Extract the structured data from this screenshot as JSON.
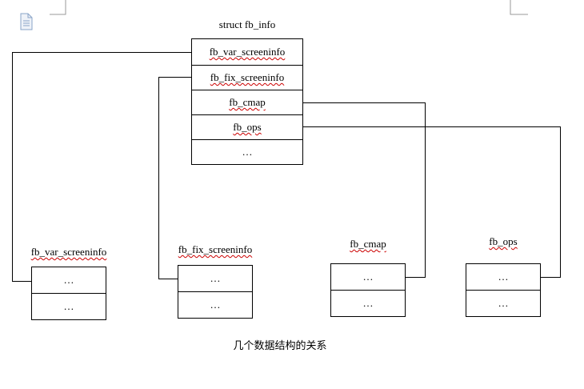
{
  "doc_icon": "document-icon",
  "top_struct": {
    "title": "struct fb_info",
    "fields": [
      "fb_var_screeninfo",
      "fb_fix_screeninfo",
      "fb_cmap",
      "fb_ops",
      "…"
    ]
  },
  "sub_structs": [
    {
      "title": "fb_var_screeninfo",
      "rows": [
        "…",
        "…"
      ]
    },
    {
      "title": "fb_fix_screeninfo",
      "rows": [
        "…",
        "…"
      ]
    },
    {
      "title": "fb_cmap",
      "rows": [
        "…",
        "…"
      ]
    },
    {
      "title": "fb_ops",
      "rows": [
        "…",
        "…"
      ]
    }
  ],
  "caption": "几个数据结构的关系",
  "colors": {
    "line": "#000000",
    "spellcheck_underline": "#cc0000",
    "margin_marks": "#999999",
    "icon": "#8aa4c8"
  }
}
